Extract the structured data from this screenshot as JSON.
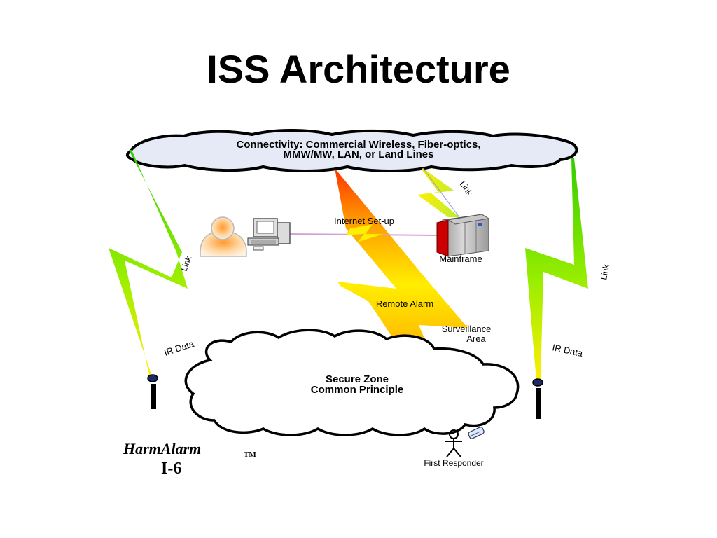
{
  "title": "ISS Architecture",
  "connectivity": {
    "line1": "Connectivity:  Commercial Wireless, Fiber-optics,",
    "line2": "MMW/MW, LAN, or Land Lines"
  },
  "secure_zone": {
    "line1": "Secure Zone",
    "line2": "Common Principle"
  },
  "labels": {
    "link_left": "Link",
    "link_right": "Link",
    "link_top": "Link",
    "internet_setup": "Internet Set-up",
    "mainframe": "Mainframe",
    "remote_alarm": "Remote Alarm",
    "surveillance_line1": "Surveillance",
    "surveillance_line2": "Area",
    "ir_data_left": "IR Data",
    "ir_data_right": "IR Data",
    "first_responder": "First Responder"
  },
  "brand": {
    "name": "HarmAlarm",
    "tm": "TM",
    "code": "I-6"
  },
  "icons": [
    "person-icon",
    "computer-icon",
    "mainframe-icon",
    "sensor-icon",
    "stick-figure-icon",
    "mobile-phone-icon",
    "lightning-bolt-icon",
    "cloud-icon"
  ],
  "colors": {
    "cloud_fill": "#e6eaf7",
    "bolt_green": "#33cc00",
    "bolt_yellow": "#ffee00",
    "bolt_orange": "#ff9900",
    "bolt_red": "#ff3300",
    "mainframe_red": "#cc0000"
  }
}
